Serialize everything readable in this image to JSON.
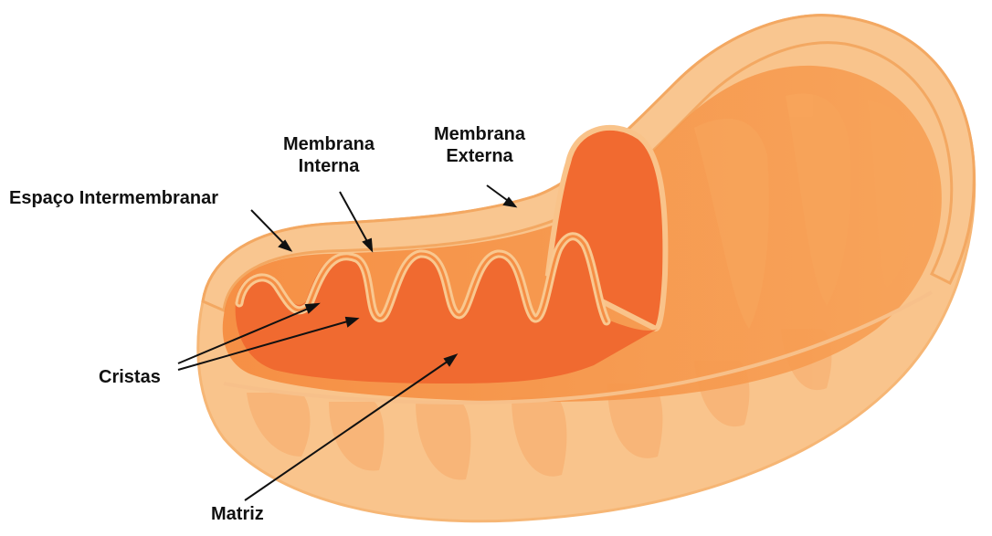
{
  "labels": {
    "espaco": "Espaço Intermembranar",
    "membrana_interna": [
      "Membrana",
      "Interna"
    ],
    "membrana_externa": [
      "Membrana",
      "Externa"
    ],
    "cristas": "Cristas",
    "matriz": "Matriz"
  },
  "colors": {
    "outer_membrane": "#f7b56b",
    "outer_fill": "#f9a55a",
    "inner_fill": "#f28a3c",
    "matrix": "#f06a30",
    "membrane_edge": "#f7c98f",
    "arrow": "#111111"
  }
}
